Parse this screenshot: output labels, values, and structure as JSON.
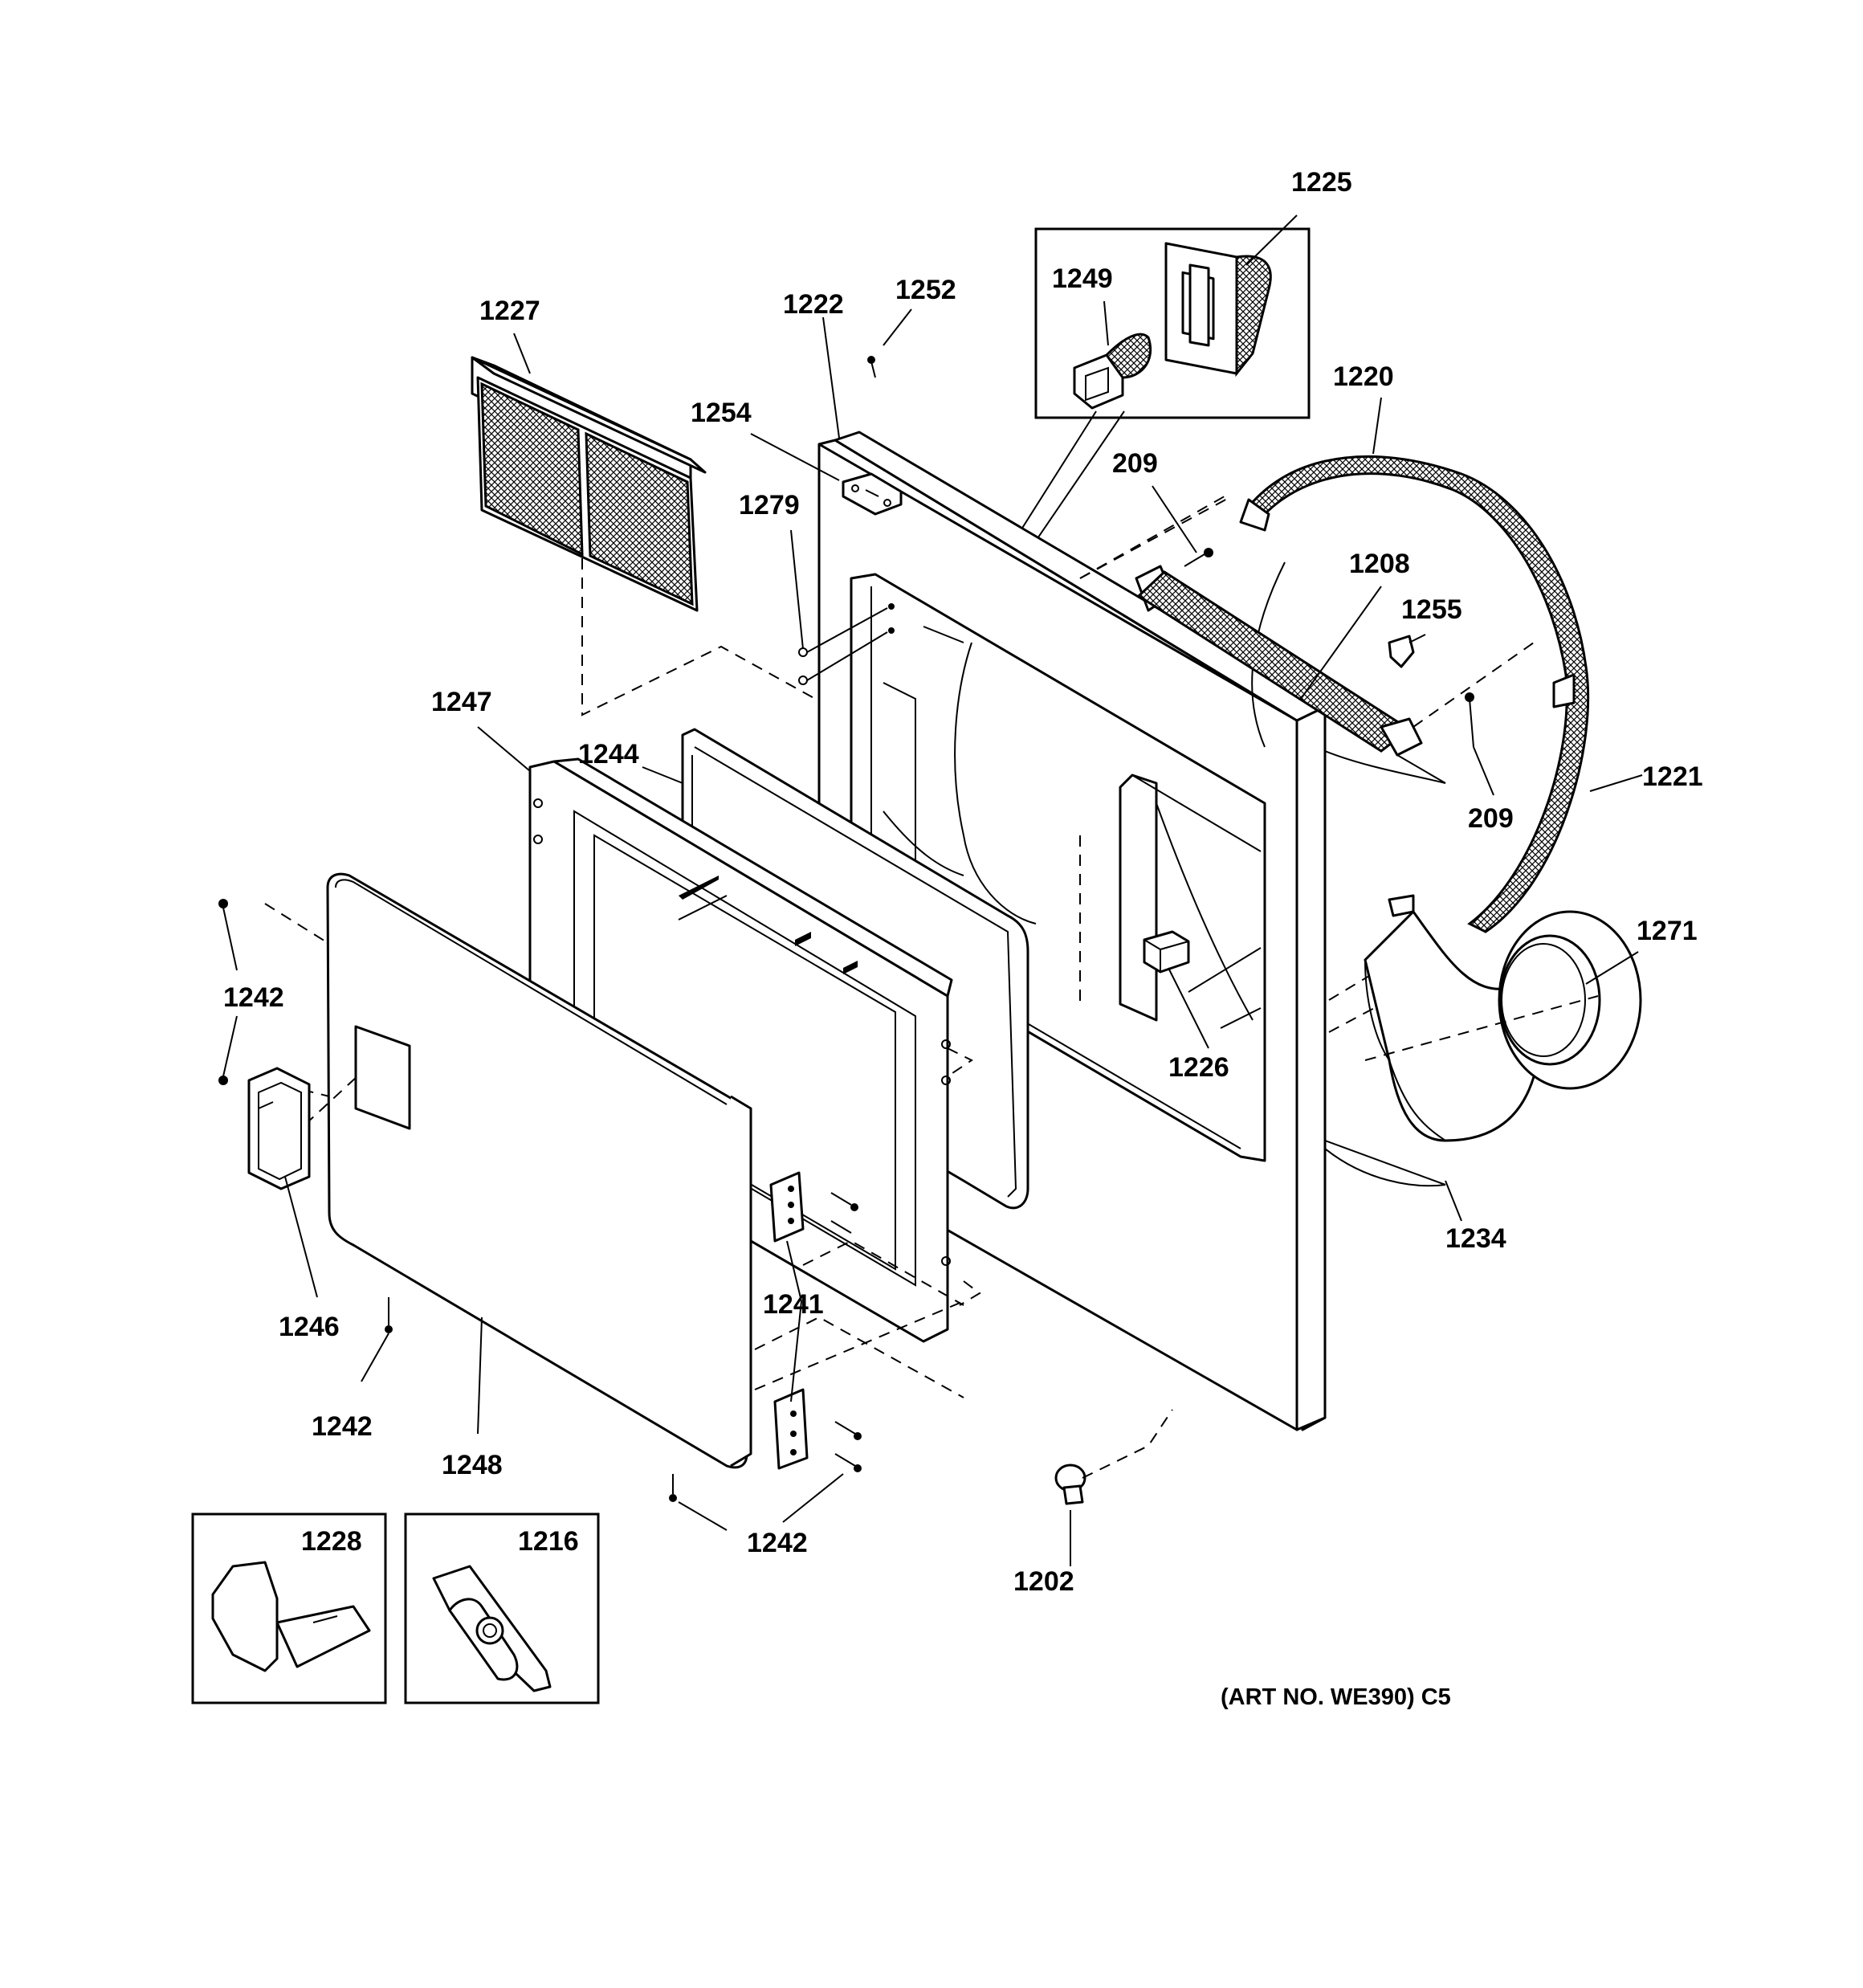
{
  "labels": {
    "p1225": "1225",
    "p1249": "1249",
    "p1252": "1252",
    "p1222": "1222",
    "p1227": "1227",
    "p1220": "1220",
    "p1254": "1254",
    "p209a": "209",
    "p1279": "1279",
    "p1208": "1208",
    "p1255": "1255",
    "p1247": "1247",
    "p1244": "1244",
    "p1221": "1221",
    "p209b": "209",
    "p1271": "1271",
    "p1242a": "1242",
    "p1226": "1226",
    "p1234": "1234",
    "p1241": "1241",
    "p1246": "1246",
    "p1242b": "1242",
    "p1248": "1248",
    "p1242c": "1242",
    "p1228": "1228",
    "p1216": "1216",
    "p1202": "1202"
  },
  "art_number": "(ART NO. WE390) C5"
}
